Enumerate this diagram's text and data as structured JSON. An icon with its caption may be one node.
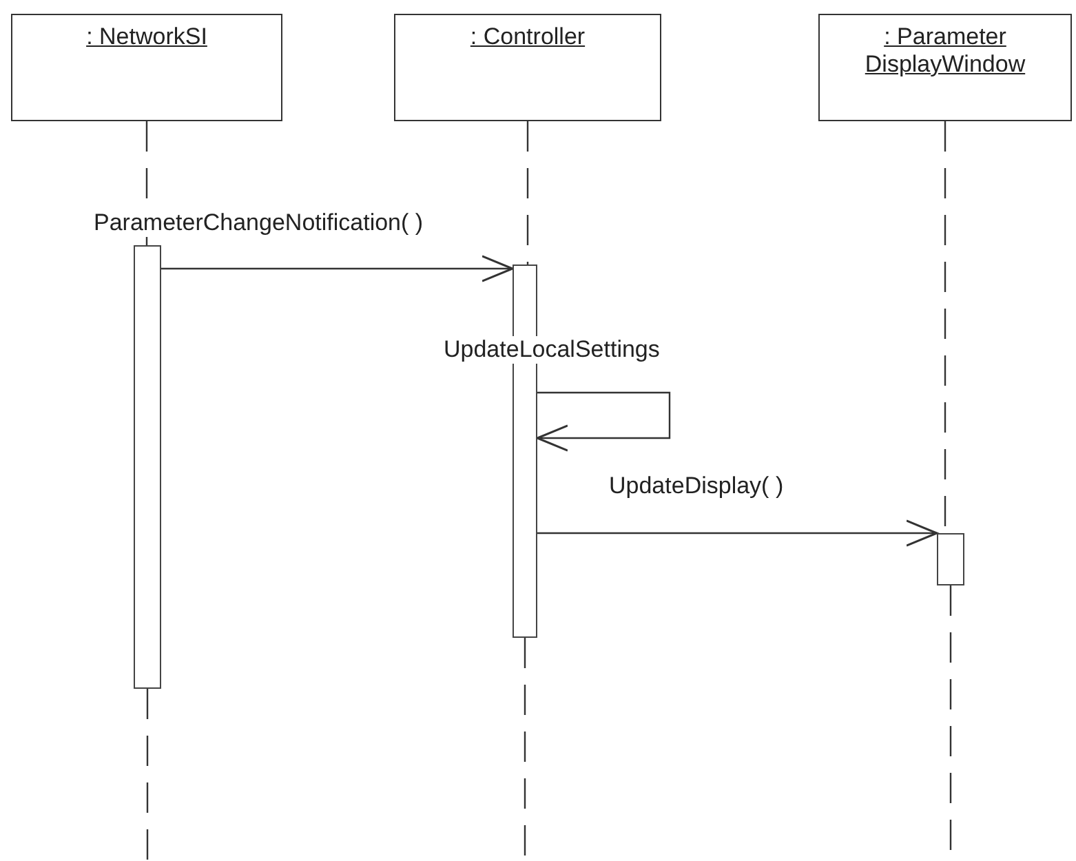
{
  "diagram": {
    "nodes": [
      {
        "text": [
          ": NetworkSI"
        ]
      },
      {
        "text": [
          ": Controller"
        ]
      },
      {
        "text": [
          ": Parameter DisplayWindow"
        ]
      },
      {
        "text": [],
        "shape": "bar"
      },
      {
        "text": [],
        "shape": "bar"
      },
      {
        "text": [],
        "shape": "bar"
      }
    ],
    "edges": [
      {
        "from": 0,
        "to": 3,
        "arrow": "none",
        "style": "dashed"
      },
      {
        "from": 3,
        "to": null,
        "arrow": "none",
        "style": "dashed"
      },
      {
        "from": 1,
        "to": 4,
        "arrow": "none",
        "style": "dashed"
      },
      {
        "from": 4,
        "to": null,
        "arrow": "none",
        "style": "dashed"
      },
      {
        "from": 2,
        "to": 5,
        "arrow": "none",
        "style": "dashed"
      },
      {
        "from": 5,
        "to": null,
        "arrow": "none",
        "style": "dashed"
      },
      {
        "from": 3,
        "to": 4,
        "arrow": "to",
        "label": "ParameterChangeNotification( )"
      },
      {
        "from": 4,
        "to": 4,
        "arrow": "to",
        "label": "UpdateLocalSettings"
      },
      {
        "from": 4,
        "to": 5,
        "arrow": "to",
        "label": "UpdateDisplay( )"
      }
    ]
  }
}
